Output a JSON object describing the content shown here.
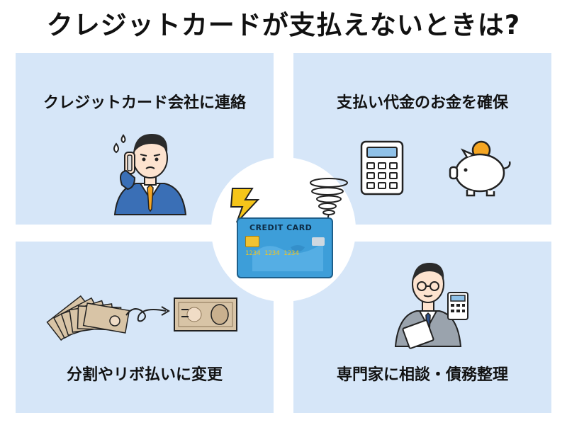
{
  "title": "クレジットカードが支払えないときは?",
  "panels": {
    "top_left": "クレジットカード会社に連絡",
    "top_right": "支払い代金のお金を確保",
    "bottom_left": "分割やリボ払いに変更",
    "bottom_right": "専門家に相談・債務整理"
  },
  "card": {
    "brand_text": "CREDIT CARD",
    "number_text": "1234  1234  1234",
    "color": "#3d9ed9"
  },
  "colors": {
    "panel_bg": "#d6e6f8",
    "accent_yellow": "#f5c51a",
    "suit_blue": "#3a6fb6"
  }
}
